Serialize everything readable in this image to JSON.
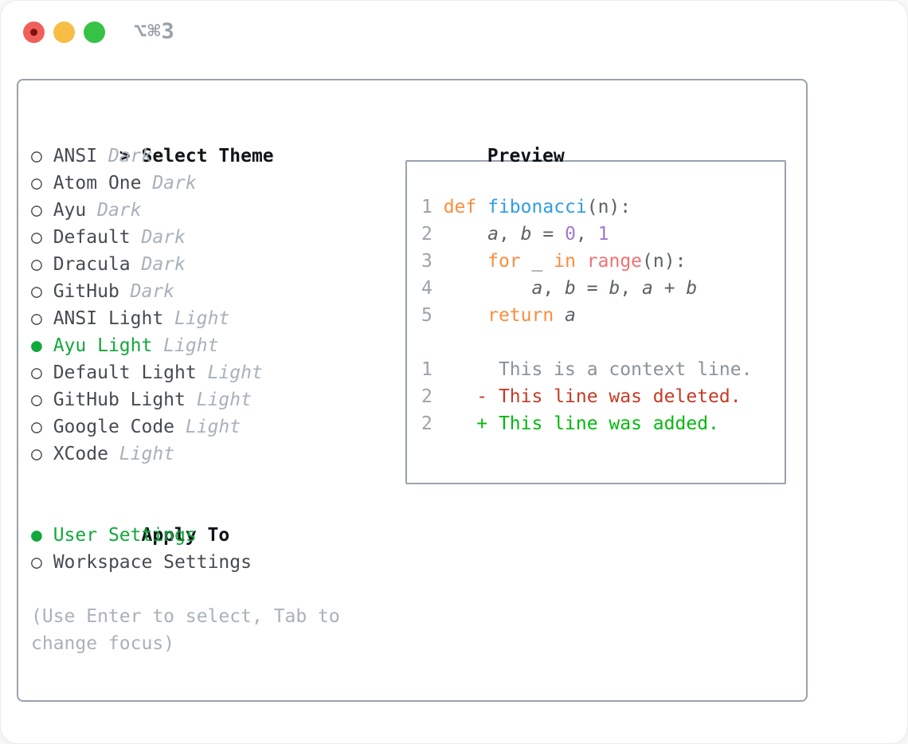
{
  "window": {
    "title": "⌥⌘3"
  },
  "glyphs": {
    "prompt": "> ",
    "radio_unselected": "○ ",
    "radio_selected": "● "
  },
  "theme_panel": {
    "title": "Select Theme",
    "themes": [
      {
        "label": "ANSI",
        "tag": "Dark",
        "selected": false
      },
      {
        "label": "Atom One",
        "tag": "Dark",
        "selected": false
      },
      {
        "label": "Ayu",
        "tag": "Dark",
        "selected": false
      },
      {
        "label": "Default",
        "tag": "Dark",
        "selected": false
      },
      {
        "label": "Dracula",
        "tag": "Dark",
        "selected": false
      },
      {
        "label": "GitHub",
        "tag": "Dark",
        "selected": false
      },
      {
        "label": "ANSI Light",
        "tag": "Light",
        "selected": false
      },
      {
        "label": "Ayu Light",
        "tag": "Light",
        "selected": true
      },
      {
        "label": "Default Light",
        "tag": "Light",
        "selected": false
      },
      {
        "label": "GitHub Light",
        "tag": "Light",
        "selected": false
      },
      {
        "label": "Google Code",
        "tag": "Light",
        "selected": false
      },
      {
        "label": "XCode",
        "tag": "Light",
        "selected": false
      }
    ],
    "apply_to": {
      "title": "Apply To",
      "options": [
        {
          "label": "User Settings",
          "selected": true
        },
        {
          "label": "Workspace Settings",
          "selected": false
        }
      ]
    },
    "hint": "(Use Enter to select, Tab to change focus)"
  },
  "preview": {
    "title": "Preview",
    "code_lines": [
      {
        "no": "1",
        "tokens": [
          [
            "def",
            "kw"
          ],
          [
            " ",
            "fg"
          ],
          [
            "fibonacci",
            "fn"
          ],
          [
            "(n):",
            "fg"
          ]
        ]
      },
      {
        "no": "2",
        "tokens": [
          [
            "    ",
            "fg"
          ],
          [
            "a",
            "var"
          ],
          [
            ", ",
            "fg"
          ],
          [
            "b",
            "var"
          ],
          [
            " = ",
            "fg"
          ],
          [
            "0",
            "num"
          ],
          [
            ", ",
            "fg"
          ],
          [
            "1",
            "num"
          ]
        ]
      },
      {
        "no": "3",
        "tokens": [
          [
            "    ",
            "fg"
          ],
          [
            "for",
            "kw"
          ],
          [
            " ",
            "fg"
          ],
          [
            "_",
            "fg"
          ],
          [
            " ",
            "fg"
          ],
          [
            "in",
            "kw"
          ],
          [
            " ",
            "fg"
          ],
          [
            "range",
            "err"
          ],
          [
            "(n):",
            "fg"
          ]
        ]
      },
      {
        "no": "4",
        "tokens": [
          [
            "        ",
            "fg"
          ],
          [
            "a",
            "var"
          ],
          [
            ", ",
            "fg"
          ],
          [
            "b",
            "var"
          ],
          [
            " = ",
            "fg"
          ],
          [
            "b",
            "var"
          ],
          [
            ", ",
            "fg"
          ],
          [
            "a",
            "var"
          ],
          [
            " + ",
            "fg"
          ],
          [
            "b",
            "var"
          ]
        ]
      },
      {
        "no": "5",
        "tokens": [
          [
            "    ",
            "fg"
          ],
          [
            "return",
            "kw"
          ],
          [
            " ",
            "fg"
          ],
          [
            "a",
            "var"
          ]
        ]
      }
    ],
    "diff_lines": [
      {
        "no": "1",
        "kind": "context",
        "text": "     This is a context line."
      },
      {
        "no": "2",
        "kind": "deleted",
        "text": "   - This line was deleted."
      },
      {
        "no": "2",
        "kind": "added",
        "text": "   + This line was added."
      }
    ]
  },
  "colors": {
    "tl_red": "#f0605a",
    "tl_red_dot": "#7c120b",
    "tl_yellow": "#f7bd45",
    "tl_green": "#35c245",
    "titlebar_text": "#9aa1a8",
    "border": "#9aa2ac",
    "heading": "#101418",
    "label": "#464b52",
    "ring": "#41464c",
    "selgreen": "#12a83b",
    "tagmuted": "#a9b1ba",
    "kw": "#fa8d3e",
    "fn": "#2f9ee6",
    "err": "#f07171",
    "num": "#a37acc",
    "fg": "#5c6166",
    "lineno": "#9ba3ab",
    "context": "#8a9199",
    "deleted": "#c63a25",
    "added": "#04b90e"
  }
}
